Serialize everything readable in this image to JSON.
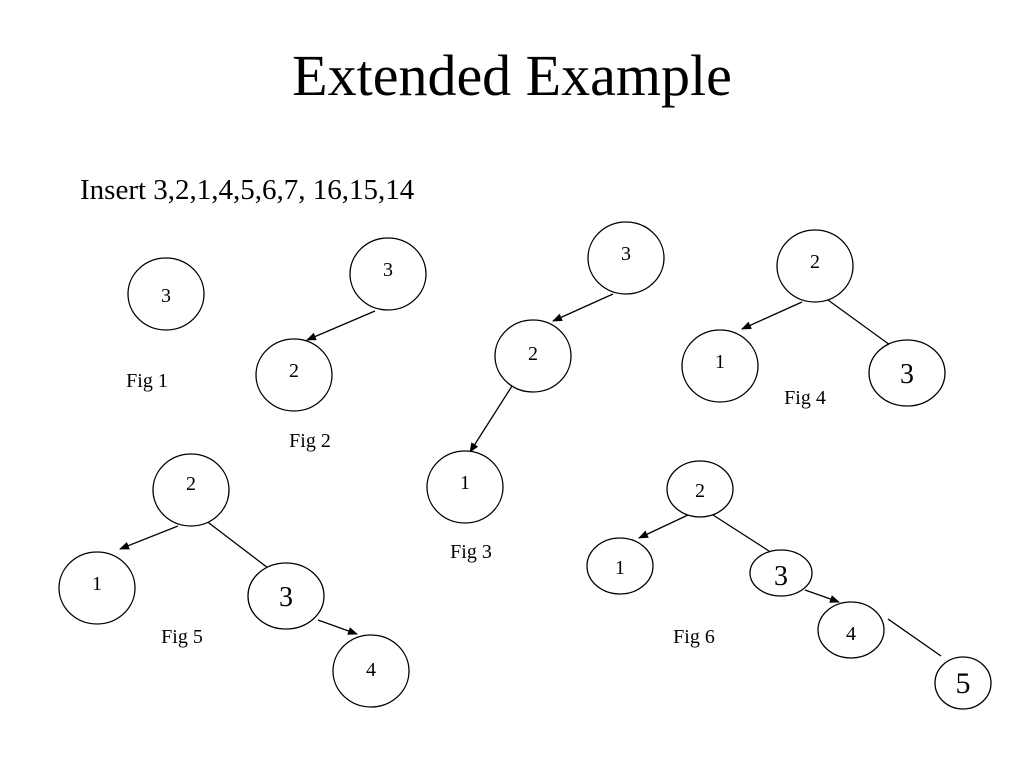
{
  "slide": {
    "title": "Extended Example",
    "subtitle": "Insert 3,2,1,4,5,6,7, 16,15,14"
  },
  "figures": [
    {
      "id": "fig1",
      "caption": "Fig 1",
      "nodes": [
        {
          "label": "3"
        }
      ],
      "edges": []
    },
    {
      "id": "fig2",
      "caption": "Fig 2",
      "nodes": [
        {
          "label": "3"
        },
        {
          "label": "2"
        }
      ],
      "edges": [
        {
          "from": 0,
          "to": 1,
          "arrow": true
        }
      ]
    },
    {
      "id": "fig3",
      "caption": "Fig 3",
      "nodes": [
        {
          "label": "3"
        },
        {
          "label": "2"
        },
        {
          "label": "1"
        }
      ],
      "edges": [
        {
          "from": 0,
          "to": 1,
          "arrow": true
        },
        {
          "from": 1,
          "to": 2,
          "arrow": true
        }
      ]
    },
    {
      "id": "fig4",
      "caption": "Fig 4",
      "nodes": [
        {
          "label": "2"
        },
        {
          "label": "1"
        },
        {
          "label": "3"
        }
      ],
      "edges": [
        {
          "from": 0,
          "to": 1,
          "arrow": true
        },
        {
          "from": 0,
          "to": 2,
          "arrow": false
        }
      ]
    },
    {
      "id": "fig5",
      "caption": "Fig 5",
      "nodes": [
        {
          "label": "2"
        },
        {
          "label": "1"
        },
        {
          "label": "3"
        },
        {
          "label": "4"
        }
      ],
      "edges": [
        {
          "from": 0,
          "to": 1,
          "arrow": true
        },
        {
          "from": 0,
          "to": 2,
          "arrow": false
        },
        {
          "from": 2,
          "to": 3,
          "arrow": true
        }
      ]
    },
    {
      "id": "fig6",
      "caption": "Fig 6",
      "nodes": [
        {
          "label": "2"
        },
        {
          "label": "1"
        },
        {
          "label": "3"
        },
        {
          "label": "4"
        },
        {
          "label": "5"
        }
      ],
      "edges": [
        {
          "from": 0,
          "to": 1,
          "arrow": true
        },
        {
          "from": 0,
          "to": 2,
          "arrow": false
        },
        {
          "from": 2,
          "to": 3,
          "arrow": true
        },
        {
          "from": 3,
          "to": 4,
          "arrow": false
        }
      ]
    }
  ],
  "colors": {
    "stroke": "#000000",
    "background": "#ffffff"
  }
}
